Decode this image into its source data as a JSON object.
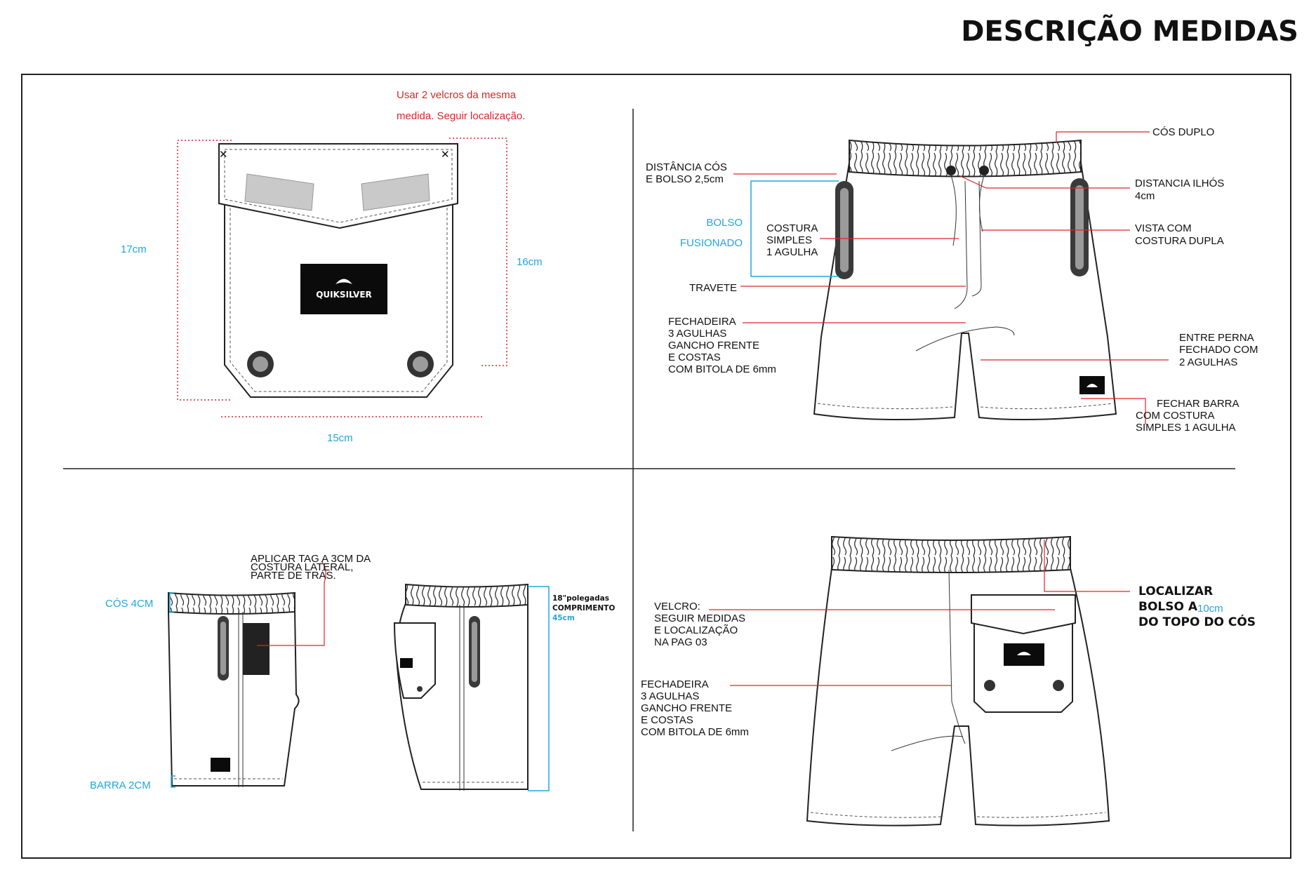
{
  "header": {
    "title": "DESCRIÇÃO MEDIDAS"
  },
  "colors": {
    "measure": "#1ea7e1",
    "note": "#d9262b",
    "ink": "#111111"
  },
  "pocket_detail": {
    "note_line1": "Usar 2 velcros da mesma",
    "note_line2": "medida. Seguir localização.",
    "height_left": "17cm",
    "height_right": "16cm",
    "width": "15cm",
    "logo_text": "QUIKSILVER"
  },
  "front_view": {
    "cos_duplo": "CÓS DUPLO",
    "distancia_cos_l1": "DISTÂNCIA CÓS",
    "distancia_cos_l2": "E BOLSO 2,5cm",
    "distancia_ilhos_l1": "DISTANCIA ILHÓS",
    "distancia_ilhos_l2": "4cm",
    "bolso_l1": "BOLSO",
    "bolso_l2": "FUSIONADO",
    "costura_l1": "COSTURA",
    "costura_l2": "SIMPLES",
    "costura_l3": "1 AGULHA",
    "vista_l1": "VISTA COM",
    "vista_l2": "COSTURA DUPLA",
    "travete": "TRAVETE",
    "fechadeira_l1": "FECHADEIRA",
    "fechadeira_l2": "3 AGULHAS",
    "fechadeira_l3": "GANCHO FRENTE",
    "fechadeira_l4": "E COSTAS",
    "fechadeira_l5": "COM BITOLA DE 6mm",
    "entre_perna_l1": "ENTRE PERNA",
    "entre_perna_l2": "FECHADO COM",
    "entre_perna_l3": "2 AGULHAS",
    "fechar_barra_l1": "FECHAR BARRA",
    "fechar_barra_l2": "COM COSTURA",
    "fechar_barra_l3": "SIMPLES 1 AGULHA"
  },
  "side_view": {
    "cos": "CÓS 4CM",
    "barra": "BARRA 2CM",
    "tag_l1": "APLICAR TAG A 3CM DA",
    "tag_l2": "COSTURA LATERAL,",
    "tag_l3": "PARTE DE TRÁS.",
    "length_l1": "18\"polegadas",
    "length_l2": "COMPRIMENTO",
    "length_l3": "45cm"
  },
  "back_view": {
    "velcro_l1": "VELCRO:",
    "velcro_l2": "SEGUIR MEDIDAS",
    "velcro_l3": "E LOCALIZAÇÃO",
    "velcro_l4": "NA PAG 03",
    "fechadeira_l1": "FECHADEIRA",
    "fechadeira_l2": "3 AGULHAS",
    "fechadeira_l3": "GANCHO FRENTE",
    "fechadeira_l4": "E COSTAS",
    "fechadeira_l5": "COM BITOLA DE 6mm",
    "localizar_l1": "LOCALIZAR",
    "localizar_l2a": "BOLSO A",
    "localizar_l2b": "10cm",
    "localizar_l3": "DO TOPO DO CÓS"
  }
}
